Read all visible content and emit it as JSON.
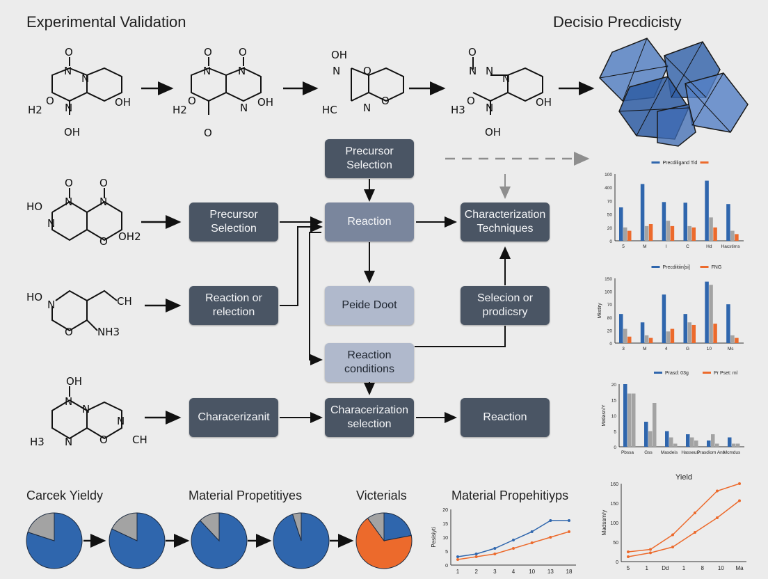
{
  "header": {
    "title_left": "Experimental Validation",
    "title_right": "Decisio Precdicisty"
  },
  "molecules_top": [
    {
      "labels": [
        "O",
        "N",
        "N",
        "H2",
        "O",
        "N",
        "OH",
        "OH"
      ]
    },
    {
      "labels": [
        "O",
        "O",
        "N",
        "N",
        "H2",
        "O",
        "N",
        "OH",
        "O",
        "OH"
      ]
    },
    {
      "labels": [
        "OH",
        "N",
        "O",
        "HC",
        "N",
        "O"
      ]
    },
    {
      "labels": [
        "O",
        "N",
        "N",
        "N",
        "H3",
        "O",
        "N",
        "OH",
        "OH"
      ]
    }
  ],
  "molecules_left": [
    {
      "labels": [
        "HO",
        "O",
        "N",
        "O",
        "N",
        "N",
        "O",
        "OH2"
      ]
    },
    {
      "labels": [
        "HO",
        "N",
        "CH",
        "O",
        "NH3"
      ]
    },
    {
      "labels": [
        "OH",
        "N",
        "N",
        "H3",
        "N",
        "O",
        "N",
        "CH"
      ]
    }
  ],
  "flow": {
    "precursor_selection_top": "Precursor Selection",
    "precursor_selection": "Precursor Selection",
    "reaction_main": "Reaction",
    "characterization_techniques": "Characterization Techniques",
    "reaction_or_selection": "Reaction or relection",
    "peide_doot": "Peide Doot",
    "selecion_or_prodicsry": "Selecion or prodicsry",
    "reaction_conditions": "Reaction conditions",
    "characterizanit": "Characerizanit",
    "characterization_selection": "Characerization selection",
    "reaction_bottom": "Reaction"
  },
  "bottom_titles": {
    "carcek": "Carcek Yieldy",
    "material_prop_1": "Material Propetitiyes",
    "victerials": "Victerials",
    "material_prop_2": "Material Propehitiyps"
  },
  "colors": {
    "blue": "#2f66ad",
    "orange": "#ec6a2c",
    "gray": "#a3a3a3",
    "dark_box": "#4a5564",
    "mid_box": "#7a869d",
    "light_box": "#b0b9cc"
  },
  "chart_data": [
    {
      "type": "pie",
      "series": [
        {
          "values": [
            80,
            20
          ],
          "colors": [
            "#2f66ad",
            "#a3a3a3"
          ]
        }
      ]
    },
    {
      "type": "pie",
      "series": [
        {
          "values": [
            82,
            18
          ],
          "colors": [
            "#2f66ad",
            "#a3a3a3"
          ]
        }
      ]
    },
    {
      "type": "pie",
      "series": [
        {
          "values": [
            88,
            12
          ],
          "colors": [
            "#2f66ad",
            "#a3a3a3"
          ]
        }
      ]
    },
    {
      "type": "pie",
      "series": [
        {
          "values": [
            95,
            5
          ],
          "colors": [
            "#2f66ad",
            "#a3a3a3"
          ]
        }
      ]
    },
    {
      "type": "pie",
      "series": [
        {
          "values": [
            22,
            68,
            10
          ],
          "colors": [
            "#2f66ad",
            "#ec6a2c",
            "#a3a3a3"
          ]
        }
      ]
    },
    {
      "type": "line",
      "x": [
        "1",
        "2",
        "3",
        "4",
        "10",
        "13",
        "18"
      ],
      "ylim": [
        0,
        20
      ],
      "yticks": [
        "0",
        "5",
        "10",
        "15",
        "20"
      ],
      "ylabel": "Pesisiyti",
      "series": [
        {
          "values": [
            3,
            4,
            6,
            9,
            12,
            16,
            16
          ],
          "color": "#2f66ad"
        },
        {
          "values": [
            2,
            3,
            4,
            6,
            8,
            10,
            12
          ],
          "color": "#ec6a2c"
        }
      ]
    },
    {
      "type": "bar",
      "legend": [
        "Precdiligand Tid",
        ""
      ],
      "categories": [
        "5",
        "M",
        "I",
        "C",
        "Hd",
        "Hacstirns"
      ],
      "ylim": [
        0,
        100
      ],
      "yticks": [
        "0",
        "20",
        "50",
        "70",
        "400",
        "100"
      ],
      "series": [
        {
          "values": [
            50,
            85,
            58,
            57,
            90,
            55
          ],
          "color": "#2f66ad"
        },
        {
          "values": [
            20,
            22,
            30,
            22,
            35,
            15
          ],
          "color": "#a3a3a3"
        },
        {
          "values": [
            15,
            25,
            22,
            20,
            20,
            10
          ],
          "color": "#ec6a2c"
        }
      ]
    },
    {
      "type": "bar",
      "legend": [
        "Precdiitiin[si]",
        "FNG"
      ],
      "categories": [
        "3",
        "M",
        "4",
        "G",
        "10",
        "Ms"
      ],
      "ylim": [
        0,
        100
      ],
      "yticks": [
        "0",
        "20",
        "80",
        "70",
        "100",
        "150"
      ],
      "ylabel": "Mkstiry",
      "series": [
        {
          "values": [
            45,
            32,
            75,
            45,
            95,
            60
          ],
          "color": "#2f66ad"
        },
        {
          "values": [
            22,
            12,
            18,
            32,
            90,
            12
          ],
          "color": "#a3a3a3"
        },
        {
          "values": [
            10,
            8,
            22,
            28,
            30,
            8
          ],
          "color": "#ec6a2c"
        }
      ]
    },
    {
      "type": "bar",
      "legend": [
        "Prasd: 03g",
        "Pr Pset: ml"
      ],
      "categories": [
        "Pbssa",
        "Gss",
        "Masdeis",
        "Hasseus",
        "Prasdiom Ans",
        "Mcmdus"
      ],
      "ylim": [
        0,
        20
      ],
      "yticks": [
        "0",
        "5",
        "10",
        "15",
        "20"
      ],
      "ylabel": "Matiasn/Y",
      "series": [
        {
          "values": [
            20,
            8,
            5,
            4,
            2,
            3
          ],
          "color": "#2f66ad"
        },
        {
          "values": [
            17,
            5,
            3,
            3,
            4,
            1
          ],
          "color": "#a3a3a3"
        },
        {
          "values": [
            17,
            14,
            1,
            2,
            1,
            1
          ],
          "color": "#a3a3a3"
        }
      ]
    },
    {
      "type": "line",
      "title": "Yield",
      "x": [
        "5",
        "1",
        "Dd",
        "1",
        "8",
        "10",
        "Ma"
      ],
      "ylim": [
        0,
        160
      ],
      "yticks": [
        "0",
        "50",
        "100",
        "150",
        "160"
      ],
      "ylabel": "Madssm/y",
      "series": [
        {
          "values": [
            20,
            25,
            55,
            100,
            145,
            170
          ],
          "color": "#ec6a2c"
        },
        {
          "values": [
            10,
            18,
            30,
            60,
            90,
            125
          ],
          "color": "#ec6a2c"
        }
      ]
    }
  ]
}
